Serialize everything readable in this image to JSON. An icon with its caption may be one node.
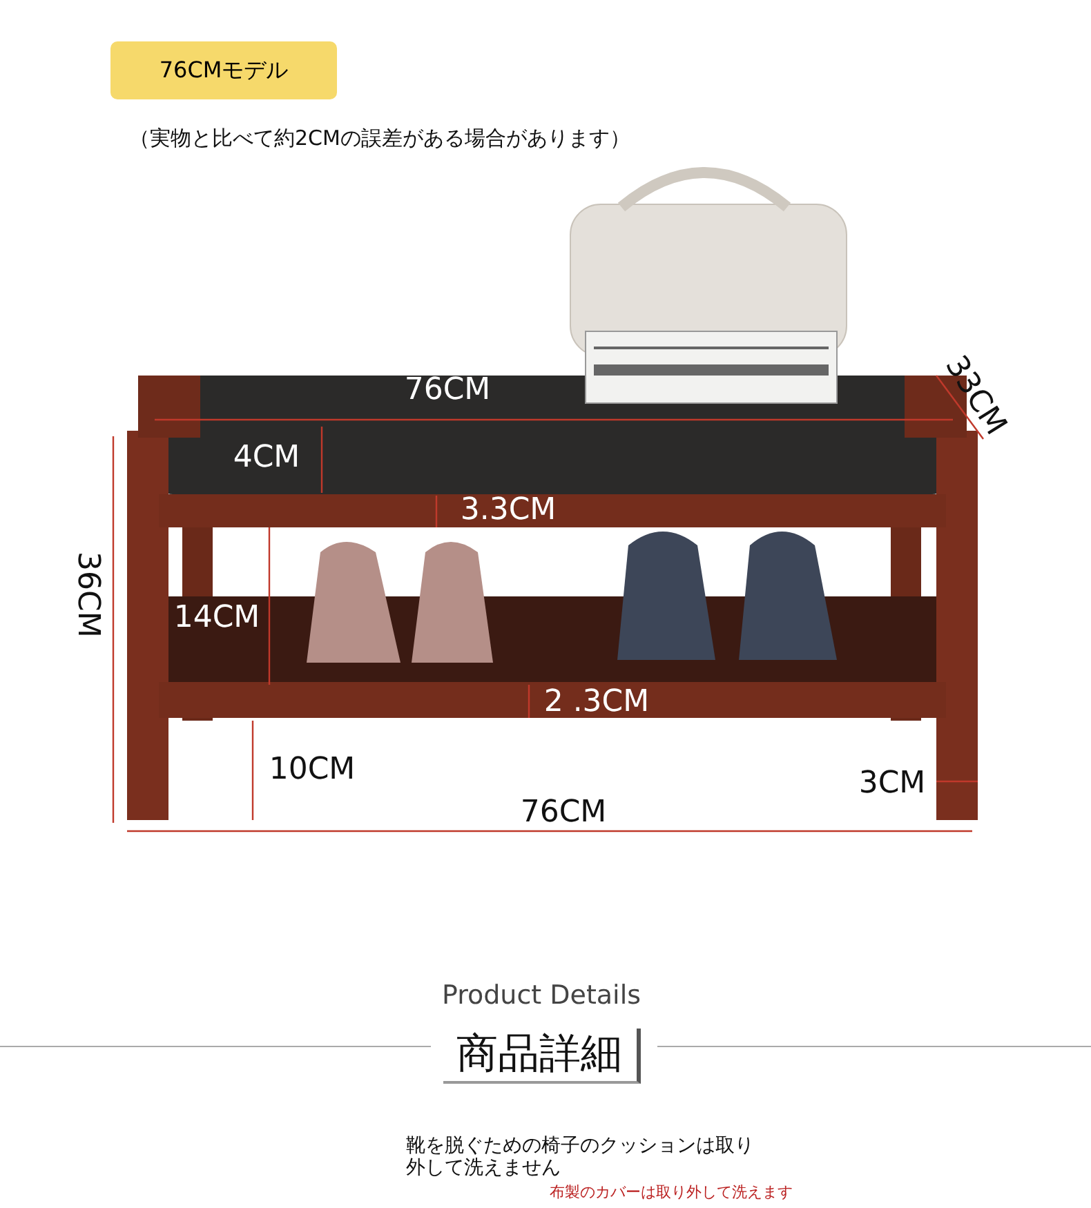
{
  "diagram": {
    "nodes": [
      {
        "text": [
          "76CMモデル"
        ]
      }
    ],
    "labels": [
      "（実物と比べて約2CMの誤差がある場合があります）",
      "76CM",
      "33CM",
      "4CM",
      "3.3CM",
      "36CM",
      "14CM",
      "2 .3CM",
      "10CM",
      "3CM",
      "76CM",
      "Product Details",
      "商品詳細",
      "靴を脱ぐための椅子のクッションは取り外して洗えません",
      "布製のカバーは取り外して洗えます"
    ]
  }
}
